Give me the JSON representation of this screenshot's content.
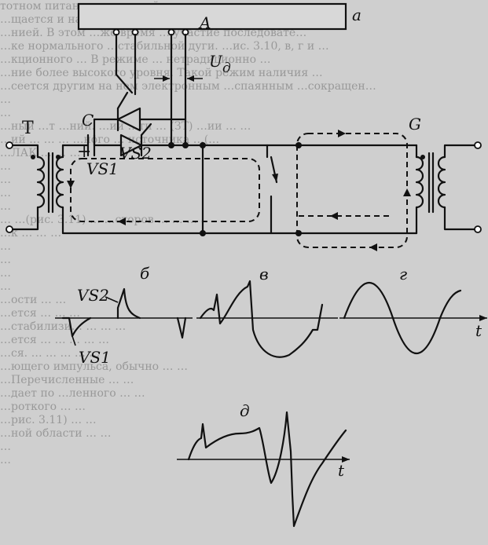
{
  "labels": {
    "block_A": "A",
    "part_a": "а",
    "ud": "U",
    "ud_sub": "д",
    "vs2": "VS2",
    "vs1": "VS1",
    "transformer": "Т",
    "capacitor": "C",
    "generator": "G",
    "plus": "+",
    "part_b": "б",
    "part_v": "в",
    "part_g": "г",
    "part_d": "д",
    "vs2_wave": "VS2",
    "vs1_wave": "VS1",
    "t_axis_1": "t",
    "t_axis_2": "t"
  },
  "background_text": [
    "тотном питании, имеет таймер, во втором включено от",
    "…щается и на …, в … цепи с … конденсатор",
    "…нией. В этом …же время … участие последовате…",
    "…ке нормального …стабильной дуги. …ис. 3.10, в, г и …",
    "…кционного … В режиме … нетрадиционно …",
    "…ние более высокого уровня. Такой режим наличия …",
    "…сеется другим на нем электронным …спаянным …сокращен…",
    "…",
    "…",
    "…ный …т …ний. …ии …ти … (ЗТ) …ии … …",
    "…ий … … … …ного … источника …(…",
    "…ЛАК … … …",
    "…",
    "…",
    "…",
    "…",
    "… …(рис. 3.11) … …сторов … … …",
    "…к … … …",
    "…",
    "…",
    "…",
    "…",
    "…ости … …",
    "…ется … … …",
    "…стабилизи… … … …",
    "…ется … … … … …",
    "…ся. … … … … …",
    "…ющего импульса, обычно … …",
    "…Перечисленные … …",
    "…дает по …ленного … …",
    "…роткого … …",
    "…рис. 3.11) … …",
    "…ной области … …",
    "…",
    "…"
  ]
}
